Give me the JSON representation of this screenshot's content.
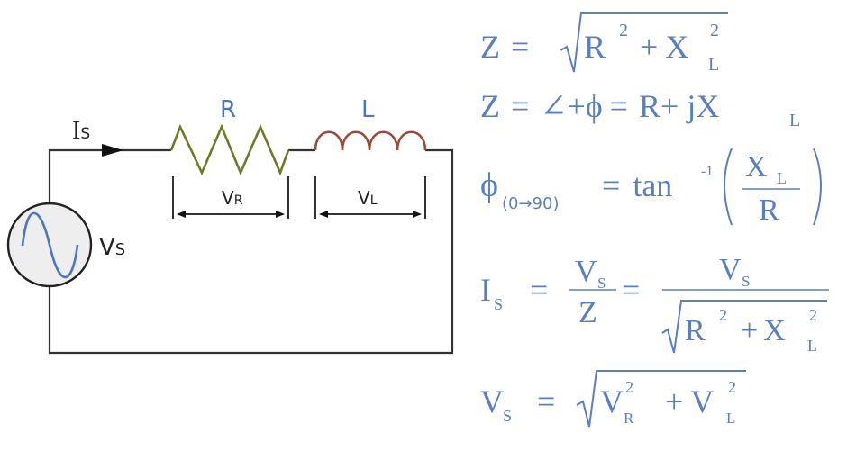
{
  "colors": {
    "wire": "#333333",
    "resistor": "#6b7b2a",
    "inductor": "#9a4a3a",
    "label_blue": "#4a78c0",
    "formula": "#5a7fc0",
    "source_fill": "#eeeeee"
  },
  "circuit": {
    "current_label": "I",
    "current_sub": "S",
    "resistor_label": "R",
    "inductor_label": "L",
    "vr_label": "V",
    "vr_sub": "R",
    "vl_label": "V",
    "vl_sub": "L",
    "source_label": "V",
    "source_sub": "S",
    "source_icon": "ac-sine-icon"
  },
  "formulas": {
    "f1": {
      "lhs": "Z",
      "eq": "=",
      "r": "R",
      "sup1": "2",
      "plus": "+",
      "x": "X",
      "sup2": "2",
      "sub": "L"
    },
    "f2": {
      "lhs": "Z",
      "eq": "=",
      "angle": "∠+ϕ",
      "eq2": "=",
      "rhs": "R+ jX",
      "sub": "L"
    },
    "f3": {
      "lhs": "ϕ",
      "sub": "(0→90)",
      "eq": "=",
      "fn": "tan",
      "sup": "-1",
      "num": "X",
      "num_sub": "L",
      "den": "R"
    },
    "f4": {
      "lhs": "I",
      "lhs_sub": "S",
      "eq": "=",
      "num1": "V",
      "num1_sub": "S",
      "den1": "Z",
      "eq2": "=",
      "num2": "V",
      "num2_sub": "S",
      "r": "R",
      "sup1": "2",
      "plus": "+",
      "x": "X",
      "sup2": "2",
      "x_sub": "L"
    },
    "f5": {
      "lhs": "V",
      "lhs_sub": "S",
      "eq": "=",
      "a": "V",
      "a_sup": "2",
      "a_sub": "R",
      "plus": "+",
      "b": "V",
      "b_sup": "2",
      "b_sub": "L"
    }
  }
}
